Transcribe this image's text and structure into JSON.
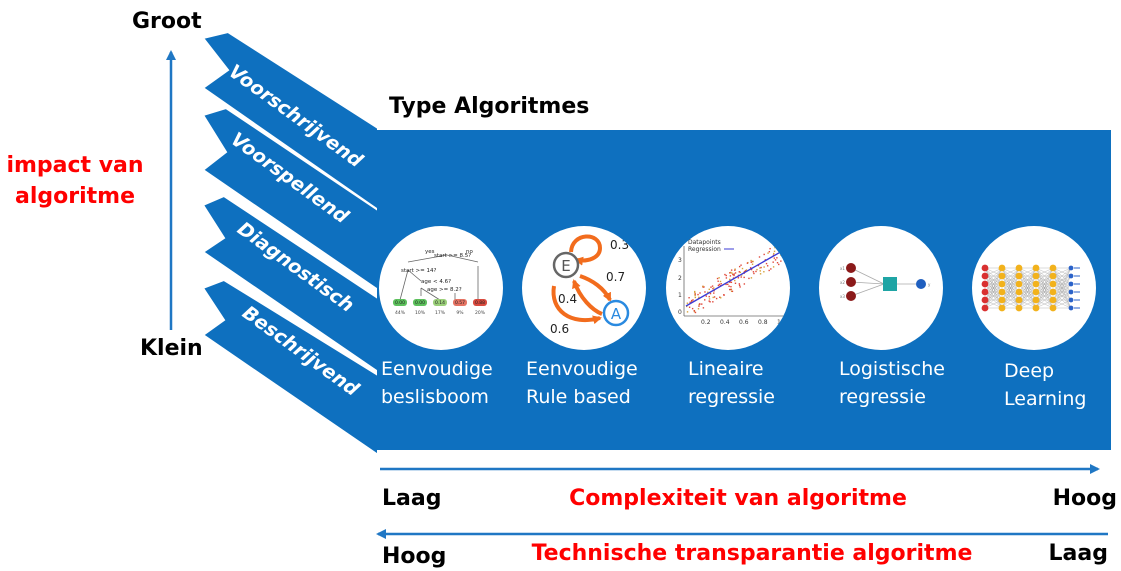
{
  "y_axis": {
    "top_label": "Groot",
    "bottom_label": "Klein",
    "title_line1": "impact van",
    "title_line2": "algoritme"
  },
  "bands": [
    "Voorschrijvend",
    "Voorspellend",
    "Diagnostisch",
    "Beschrijvend"
  ],
  "panel": {
    "title": "Type Algoritmes",
    "colors": {
      "panel": "#0e70bf",
      "band": "#0e70bf",
      "arrow": "#1f77c4",
      "red": "#ff0000"
    },
    "algorithms": [
      {
        "line1": "Eenvoudige",
        "line2": "beslisboom",
        "icon": "decision-tree-icon"
      },
      {
        "line1": "Eenvoudige",
        "line2": "Rule based",
        "icon": "state-graph-icon"
      },
      {
        "line1": "Lineaire",
        "line2": "regressie",
        "icon": "regression-plot-icon"
      },
      {
        "line1": "Logistische",
        "line2": "regressie",
        "icon": "logistic-network-icon"
      },
      {
        "line1": "Deep",
        "line2": "Learning",
        "icon": "neural-network-icon"
      }
    ]
  },
  "tree": {
    "root": "start >= 8.5?",
    "left": "start >= 14?",
    "mid": "age < 4.6?",
    "mid2": "age >= 8.2?",
    "tags": [
      "yes",
      "no"
    ],
    "leaves": [
      "0.00",
      "0.00",
      "0.14",
      "0.57",
      "0.88"
    ],
    "pcts": [
      "44%",
      "10%",
      "17%",
      "9%",
      "20%"
    ]
  },
  "rules": {
    "nodes": [
      "E",
      "A"
    ],
    "weights": [
      "0.3",
      "0.7",
      "0.4",
      "0.6"
    ]
  },
  "regression": {
    "legend": [
      "Datapoints",
      "Regression"
    ],
    "xticks": [
      "0.2",
      "0.4",
      "0.6",
      "0.8",
      "1.0"
    ],
    "yticks": [
      "3",
      "2",
      "1",
      "0"
    ]
  },
  "logistic": {
    "labels": [
      "x1",
      "x2",
      "x3",
      "y"
    ]
  },
  "bottom": {
    "complexity": {
      "left": "Laag",
      "title": "Complexiteit van algoritme",
      "right": "Hoog"
    },
    "transparency": {
      "left": "Hoog",
      "title": "Technische transparantie algoritme",
      "right": "Laag"
    }
  }
}
